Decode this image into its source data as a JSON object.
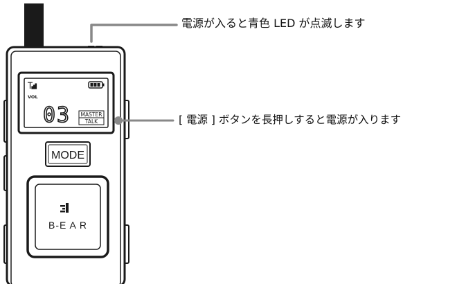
{
  "device": {
    "lcd": {
      "vol_label": "VOL",
      "channel": "03",
      "mode_top": "MASTER",
      "mode_bottom": "TALK"
    },
    "mode_button_label": "MODE",
    "talk_button_brand": "B-E A R"
  },
  "callouts": {
    "led": "電源が入ると青色 LED が点滅します",
    "power": "[ 電源 ] ボタンを長押しすると電源が入ります"
  },
  "colors": {
    "stroke": "#1a1a1a",
    "callout_line": "#888888",
    "background": "#ffffff"
  }
}
